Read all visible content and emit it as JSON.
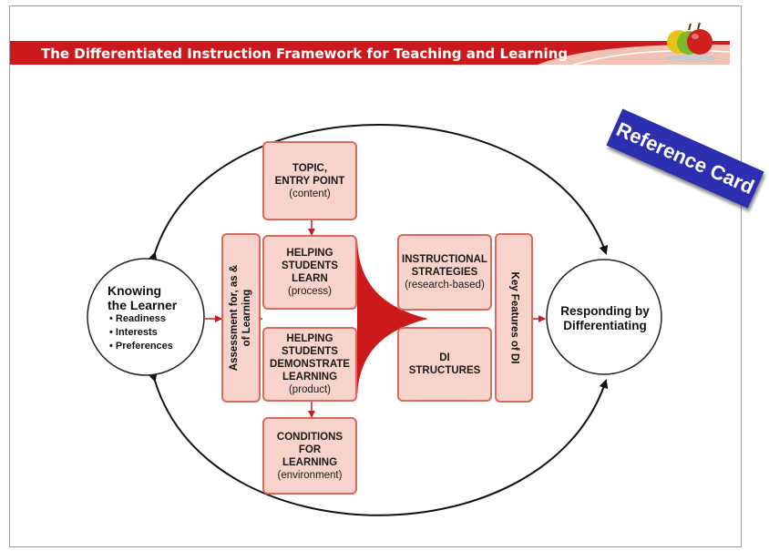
{
  "title": "The Differentiated Instruction Framework for Teaching and Learning",
  "reference_card": "Reference Card",
  "knowing_learner": {
    "title_line1": "Knowing",
    "title_line2": "the Learner",
    "items": [
      "• Readiness",
      "• Interests",
      "• Preferences"
    ]
  },
  "responding": {
    "line1": "Responding by",
    "line2": "Differentiating"
  },
  "assessment": {
    "line1": "Assessment for, as &",
    "line2": "of Learning"
  },
  "key_features": "Key Features of DI",
  "boxes": {
    "topic": {
      "line1": "TOPIC,",
      "line2": "ENTRY POINT",
      "sub": "(content)"
    },
    "process": {
      "line1": "HELPING",
      "line2": "STUDENTS",
      "line3": "LEARN",
      "sub": "(process)"
    },
    "product": {
      "line1": "HELPING",
      "line2": "STUDENTS",
      "line3": "DEMONSTRATE",
      "line4": "LEARNING",
      "sub": "(product)"
    },
    "conditions": {
      "line1": "CONDITIONS",
      "line2": "FOR",
      "line3": "LEARNING",
      "sub": "(environment)"
    },
    "strategies": {
      "line1": "INSTRUCTIONAL",
      "line2": "STRATEGIES",
      "sub": "(research-based)"
    },
    "structures": {
      "line1": "DI",
      "line2": "STRUCTURES"
    }
  },
  "colors": {
    "banner": "#cc1a1c",
    "box_fill": "#f7d3cb",
    "box_border": "#d9695a",
    "arrow_red": "#cc1a1c",
    "ref_card_bg": "#2b2fb0"
  },
  "icons": [
    "apples-icon"
  ]
}
